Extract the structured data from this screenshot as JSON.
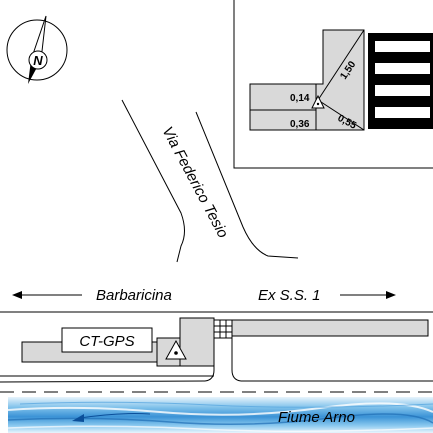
{
  "map": {
    "compass_letter": "N",
    "street_label": "Via Federico Tesio",
    "left_direction": "Barbaricina",
    "right_direction": "Ex S.S. 1",
    "station_label": "CT-GPS",
    "river_label": "Fiume  Arno",
    "inset": {
      "d1": "0,14",
      "d2": "0,36",
      "d3": "0,55",
      "d4": "1,50"
    }
  },
  "colors": {
    "building_fill": "#d9d9d9",
    "line": "#000000",
    "river_light": "#cfe8f7",
    "river_mid": "#6fb3e0",
    "river_dark": "#1f78c8"
  },
  "icons": [
    "north-compass-icon",
    "left-arrow-icon",
    "right-arrow-icon",
    "survey-marker-icon"
  ]
}
